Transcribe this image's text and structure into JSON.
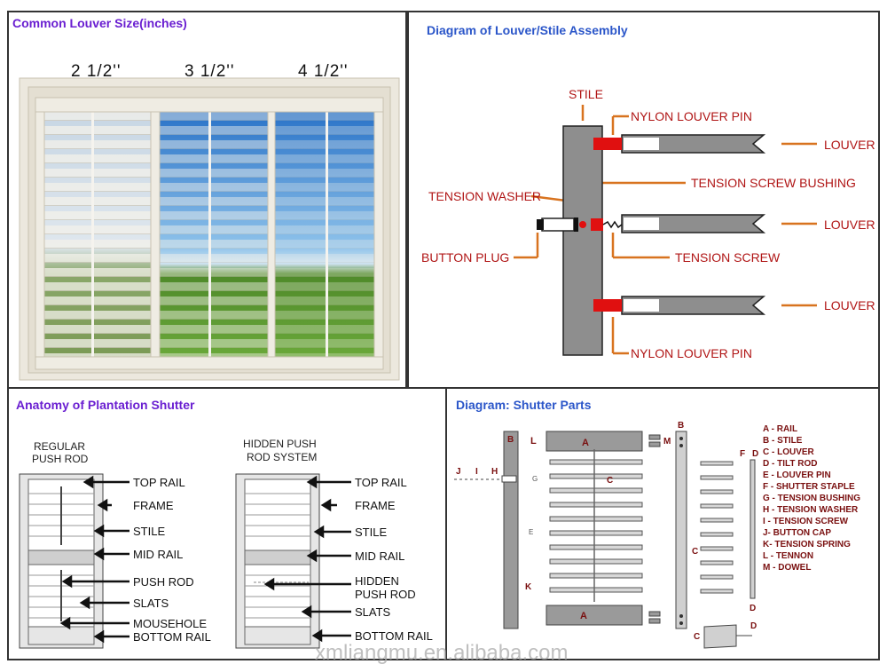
{
  "panel_sizes": {
    "title": "Common Louver Size(inches)",
    "sizes": [
      "2 1/2''",
      "3 1/2''",
      "4 1/2''"
    ]
  },
  "panel_assembly": {
    "title": "Diagram of Louver/Stile Assembly",
    "labels": {
      "stile": "STILE",
      "pin_top": "NYLON LOUVER PIN",
      "louver_1": "LOUVER",
      "bushing": "TENSION SCREW BUSHING",
      "washer": "TENSION WASHER",
      "louver_2": "LOUVER",
      "plug": "BUTTON PLUG",
      "screw": "TENSION SCREW",
      "louver_3": "LOUVER",
      "pin_bottom": "NYLON LOUVER PIN"
    }
  },
  "panel_anatomy": {
    "title": "Anatomy of Plantation Shutter",
    "left_title_1": "REGULAR",
    "left_title_2": "PUSH ROD",
    "right_title_1": "HIDDEN PUSH",
    "right_title_2": "ROD SYSTEM",
    "left_labels": [
      "TOP RAIL",
      "FRAME",
      "STILE",
      "MID RAIL",
      "PUSH ROD",
      "SLATS",
      "MOUSEHOLE",
      "BOTTOM RAIL"
    ],
    "right_labels": [
      "TOP RAIL",
      "FRAME",
      "STILE",
      "MID RAIL",
      "HIDDEN",
      "PUSH ROD",
      "SLATS",
      "BOTTOM RAIL"
    ]
  },
  "panel_parts": {
    "title": "Diagram: Shutter Parts",
    "legend": [
      "A - RAIL",
      "B - STILE",
      "C - LOUVER",
      "D - TILT ROD",
      "E - LOUVER PIN",
      "F - SHUTTER STAPLE",
      "G - TENSION BUSHING",
      "H - TENSION WASHER",
      "I -  TENSION SCREW",
      "J- BUTTON CAP",
      "K- TENSION SPRING",
      "L - TENNON",
      "M - DOWEL"
    ],
    "letters": {
      "B": "B",
      "L": "L",
      "A": "A",
      "M": "M",
      "C": "C",
      "D": "D",
      "F": "F",
      "J": "J",
      "I": "I",
      "H": "H",
      "G": "G",
      "E": "E",
      "K": "K"
    }
  },
  "watermark": "xmliangmu.en.alibaba.com",
  "colors": {
    "label_red": "#b01515",
    "leader_orange": "#d8731f",
    "title_purple": "#6a1fd1",
    "pin_red": "#e01010",
    "stile_gray": "#8e8e8e"
  }
}
